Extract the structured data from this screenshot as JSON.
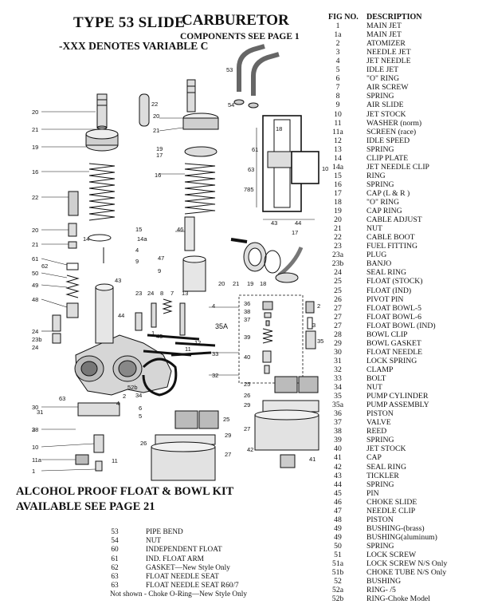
{
  "title": "TYPE 53  SLIDE",
  "title_right": "CARBURETOR",
  "subtitle": "-XXX  DENOTES VARIABLE C",
  "subtitle_right": "COMPONENTS SEE PAGE 1",
  "kit_line1": "ALCOHOL PROOF FLOAT & BOWL KIT",
  "kit_line2": "AVAILABLE SEE PAGE 21",
  "table_header": {
    "fig_no": "FIG NO.",
    "description": "DESCRIPTION"
  },
  "parts": [
    {
      "no": "1",
      "desc": "MAIN JET"
    },
    {
      "no": "1a",
      "desc": "MAIN JET"
    },
    {
      "no": "2",
      "desc": "ATOMIZER"
    },
    {
      "no": "3",
      "desc": "NEEDLE JET"
    },
    {
      "no": "4",
      "desc": "JET NEEDLE"
    },
    {
      "no": "5",
      "desc": "IDLE JET"
    },
    {
      "no": "6",
      "desc": "\"O\" RING"
    },
    {
      "no": "7",
      "desc": "AIR SCREW"
    },
    {
      "no": "8",
      "desc": "SPRING"
    },
    {
      "no": "9",
      "desc": "AIR SLIDE"
    },
    {
      "no": "10",
      "desc": "JET STOCK"
    },
    {
      "no": "11",
      "desc": "WASHER (norm)"
    },
    {
      "no": "11a",
      "desc": "SCREEN (race)"
    },
    {
      "no": "12",
      "desc": "IDLE SPEED"
    },
    {
      "no": "13",
      "desc": "SPRING"
    },
    {
      "no": "14",
      "desc": "CLIP PLATE"
    },
    {
      "no": "14a",
      "desc": "JET NEEDLE CLIP"
    },
    {
      "no": "15",
      "desc": "RING"
    },
    {
      "no": "16",
      "desc": "SPRING"
    },
    {
      "no": "17",
      "desc": "CAP  (L & R )"
    },
    {
      "no": "18",
      "desc": "\"O\" RING"
    },
    {
      "no": "19",
      "desc": "CAP RING"
    },
    {
      "no": "20",
      "desc": "CABLE ADJUST"
    },
    {
      "no": "21",
      "desc": "NUT"
    },
    {
      "no": "22",
      "desc": "CABLE BOOT"
    },
    {
      "no": "23",
      "desc": "FUEL FITTING"
    },
    {
      "no": "23a",
      "desc": "PLUG"
    },
    {
      "no": "23b",
      "desc": "BANJO"
    },
    {
      "no": "24",
      "desc": "SEAL RING"
    },
    {
      "no": "25",
      "desc": "FLOAT (STOCK)"
    },
    {
      "no": "25",
      "desc": "FLOAT (IND)"
    },
    {
      "no": "26",
      "desc": "PIVOT PIN"
    },
    {
      "no": "27",
      "desc": "FLOAT BOWL-5"
    },
    {
      "no": "27",
      "desc": "FLOAT BOWL-6"
    },
    {
      "no": "27",
      "desc": "FLOAT BOWL (IND)"
    },
    {
      "no": "28",
      "desc": "BOWL CLIP"
    },
    {
      "no": "29",
      "desc": "BOWL GASKET"
    },
    {
      "no": "30",
      "desc": "FLOAT NEEDLE"
    },
    {
      "no": "31",
      "desc": "LOCK SPRING"
    },
    {
      "no": "32",
      "desc": "CLAMP"
    },
    {
      "no": "33",
      "desc": "BOLT"
    },
    {
      "no": "34",
      "desc": "NUT"
    },
    {
      "no": "35",
      "desc": "PUMP CYLINDER"
    },
    {
      "no": "35a",
      "desc": "PUMP ASSEMBLY"
    },
    {
      "no": "36",
      "desc": "PISTON"
    },
    {
      "no": "37",
      "desc": "VALVE"
    },
    {
      "no": "38",
      "desc": "REED"
    },
    {
      "no": "39",
      "desc": "SPRING"
    },
    {
      "no": "40",
      "desc": "JET STOCK"
    },
    {
      "no": "41",
      "desc": "CAP"
    },
    {
      "no": "42",
      "desc": "SEAL  RING"
    },
    {
      "no": "43",
      "desc": "TICKLER"
    },
    {
      "no": "44",
      "desc": "SPRING"
    },
    {
      "no": "45",
      "desc": "PIN"
    },
    {
      "no": "46",
      "desc": "CHOKE SLIDE"
    },
    {
      "no": "47",
      "desc": "NEEDLE CLIP"
    },
    {
      "no": "48",
      "desc": "PISTON"
    },
    {
      "no": "49",
      "desc": "BUSHING-(brass)"
    },
    {
      "no": "49",
      "desc": "BUSHING(aluminum)"
    },
    {
      "no": "50",
      "desc": "SPRING"
    },
    {
      "no": "51",
      "desc": "LOCK SCREW"
    },
    {
      "no": "51a",
      "desc": "LOCK SCREW N/S Only"
    },
    {
      "no": "51b",
      "desc": "CHOKE TUBE N/S Only"
    },
    {
      "no": "52",
      "desc": "BUSHING"
    },
    {
      "no": "52a",
      "desc": "RING- /5"
    },
    {
      "no": "52b",
      "desc": "RING-Choke Model"
    }
  ],
  "bottom_parts": [
    {
      "no": "53",
      "desc": "PIPE BEND"
    },
    {
      "no": "54",
      "desc": "NUT"
    },
    {
      "no": "60",
      "desc": "INDEPENDENT FLOAT"
    },
    {
      "no": "61",
      "desc": "IND. FLOAT ARM"
    },
    {
      "no": "62",
      "desc": "GASKET—New Style Only"
    },
    {
      "no": "63",
      "desc": "FLOAT NEEDLE SEAT"
    },
    {
      "no": "63",
      "desc": "FLOAT NEEDLE SEAT R60/7"
    }
  ],
  "not_shown": "Not shown -  Choke O-Ring—New Style Only",
  "diagram_labels": {
    "left": [
      "20",
      "21",
      "19",
      "16",
      "22",
      "20",
      "21",
      "61",
      "62",
      "50",
      "49",
      "48",
      "24",
      "23b",
      "24",
      "63",
      "30",
      "31",
      "3",
      "28",
      "10",
      "11a",
      "1"
    ],
    "mid": [
      "22",
      "20",
      "21",
      "19",
      "17",
      "16",
      "15",
      "14",
      "14a",
      "4",
      "9",
      "43",
      "44",
      "46",
      "47",
      "9",
      "23",
      "24",
      "8",
      "7",
      "13",
      "1",
      "4",
      "45",
      "12",
      "11",
      "33",
      "32",
      "2",
      "34",
      "52b",
      "6",
      "5",
      "25",
      "29",
      "27",
      "26",
      "11",
      "4"
    ],
    "right": [
      "53",
      "54",
      "18",
      "61",
      "63",
      "10",
      "785",
      "43",
      "44",
      "17",
      "20",
      "21",
      "19",
      "18",
      "36",
      "38",
      "37",
      "39",
      "40",
      "2",
      "3",
      "35",
      "35A",
      "25",
      "26",
      "29",
      "27",
      "42",
      "41"
    ]
  }
}
